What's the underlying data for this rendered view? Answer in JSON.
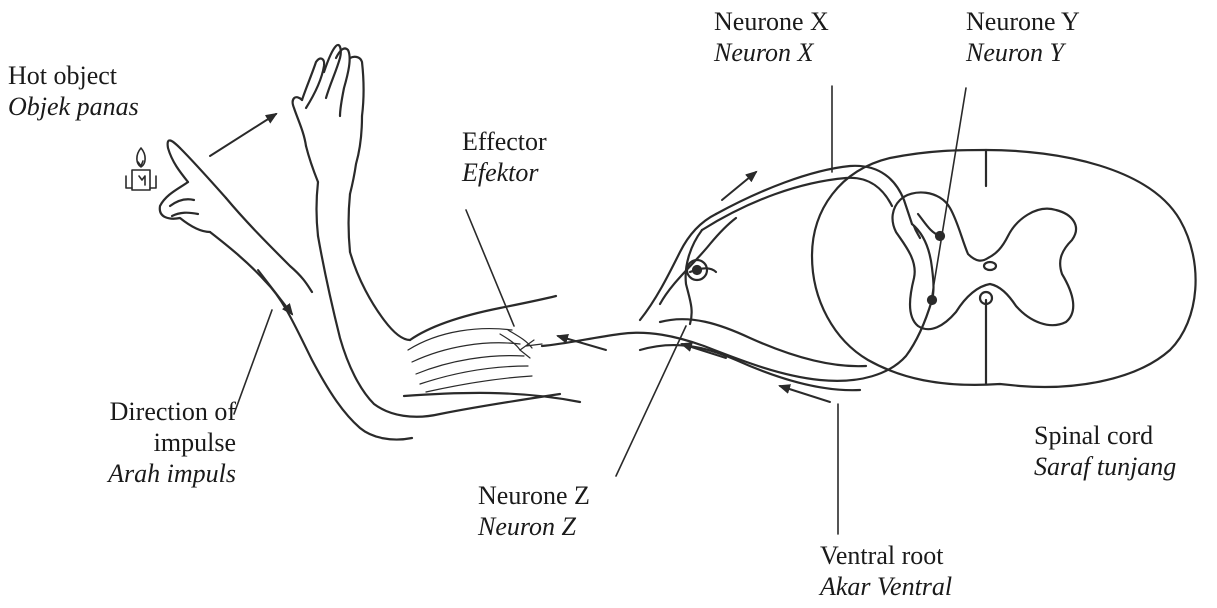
{
  "labels": {
    "hot_object": {
      "en": "Hot object",
      "ms": "Objek panas"
    },
    "effector": {
      "en": "Effector",
      "ms": "Efektor"
    },
    "neurone_x": {
      "en": "Neurone X",
      "ms": "Neuron X"
    },
    "neurone_y": {
      "en": "Neurone Y",
      "ms": "Neuron Y"
    },
    "direction": {
      "en_line1": "Direction of",
      "en_line2": "impulse",
      "ms": "Arah impuls"
    },
    "neurone_z": {
      "en": "Neurone Z",
      "ms": "Neuron Z"
    },
    "spinal_cord": {
      "en": "Spinal cord",
      "ms": "Saraf tunjang"
    },
    "ventral_root": {
      "en": "Ventral root",
      "ms": "Akar Ventral"
    }
  },
  "colors": {
    "line": "#2a2a2a",
    "text": "#1a1a1a",
    "background": "#ffffff"
  }
}
